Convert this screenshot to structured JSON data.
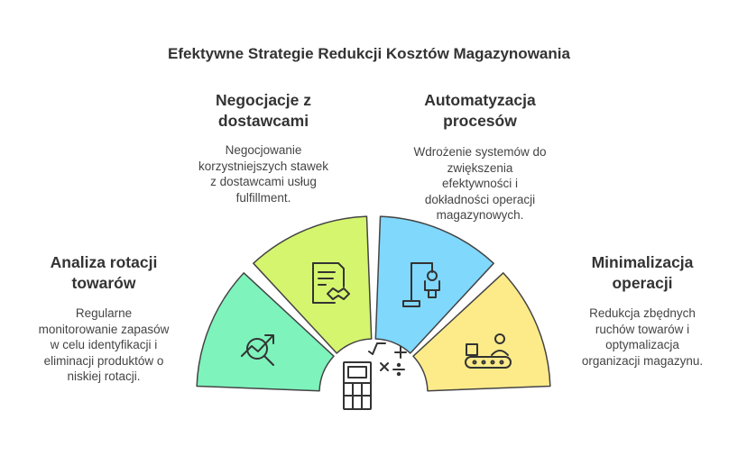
{
  "title": "Efektywne Strategie Redukcji Kosztów Magazynowania",
  "segments": [
    {
      "heading": [
        "Analiza rotacji",
        "towarów"
      ],
      "description": [
        "Regularne",
        "monitorowanie zapasów",
        "w celu identyfikacji i",
        "eliminacji produktów o",
        "niskiej rotacji."
      ],
      "color": "#7ef3bc",
      "icon": "chart-search-icon"
    },
    {
      "heading": [
        "Negocjacje z",
        "dostawcami"
      ],
      "description": [
        "Negocjowanie",
        "korzystniejszych stawek",
        "z dostawcami usług",
        "fulfillment."
      ],
      "color": "#d5f56e",
      "icon": "contract-handshake-icon"
    },
    {
      "heading": [
        "Automatyzacja",
        "procesów"
      ],
      "description": [
        "Wdrożenie systemów do",
        "zwiększenia",
        "efektywności i",
        "dokładności operacji",
        "magazynowych."
      ],
      "color": "#80d8fd",
      "icon": "robot-arm-icon"
    },
    {
      "heading": [
        "Minimalizacja",
        "operacji"
      ],
      "description": [
        "Redukcja zbędnych",
        "ruchów towarów i",
        "optymalizacja",
        "organizacji magazynu."
      ],
      "color": "#fdeb8a",
      "icon": "conveyor-worker-icon"
    }
  ],
  "center_icon": "calculator-math-icon"
}
